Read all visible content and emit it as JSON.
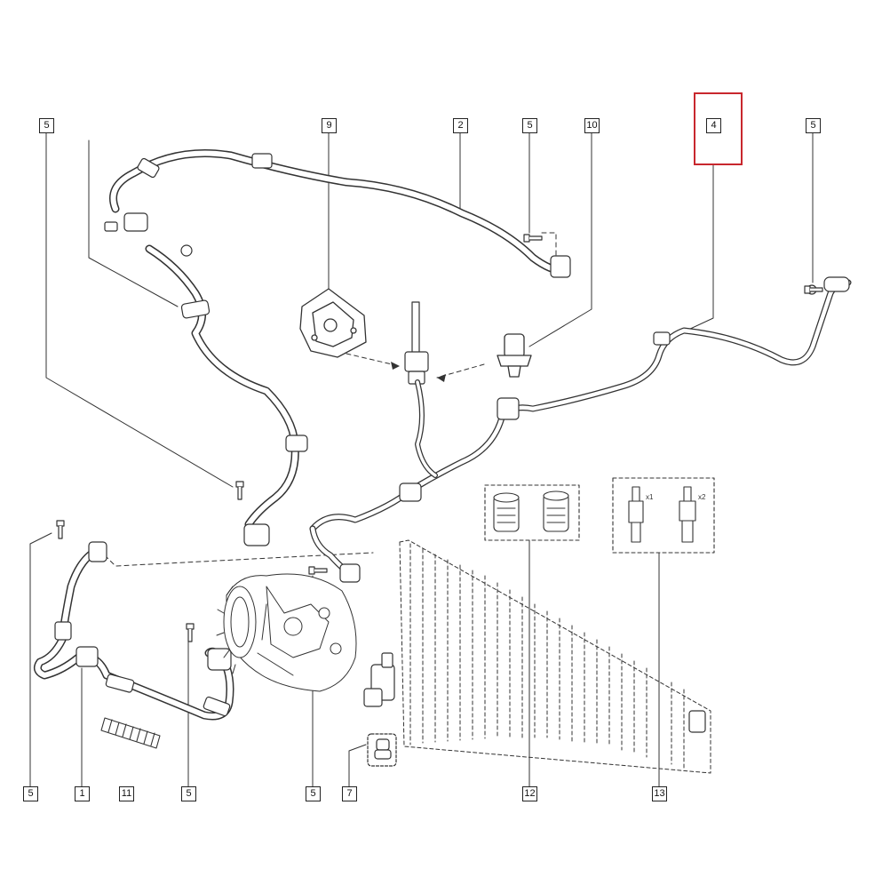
{
  "callouts": {
    "c5_top_left": "5",
    "c9": "9",
    "c2": "2",
    "c5_top_mid": "5",
    "c10": "10",
    "c4": "4",
    "c5_top_right": "5",
    "c5_bottom_left": "5",
    "c1": "1",
    "c11": "11",
    "c5_bottom_mid": "5",
    "c5_bottom_center": "5",
    "c7": "7",
    "c12": "12",
    "c13": "13"
  },
  "quantities": {
    "valve_a": "x1",
    "valve_b": "x2"
  },
  "highlight": {
    "part": "4",
    "color": "#c8272d"
  }
}
